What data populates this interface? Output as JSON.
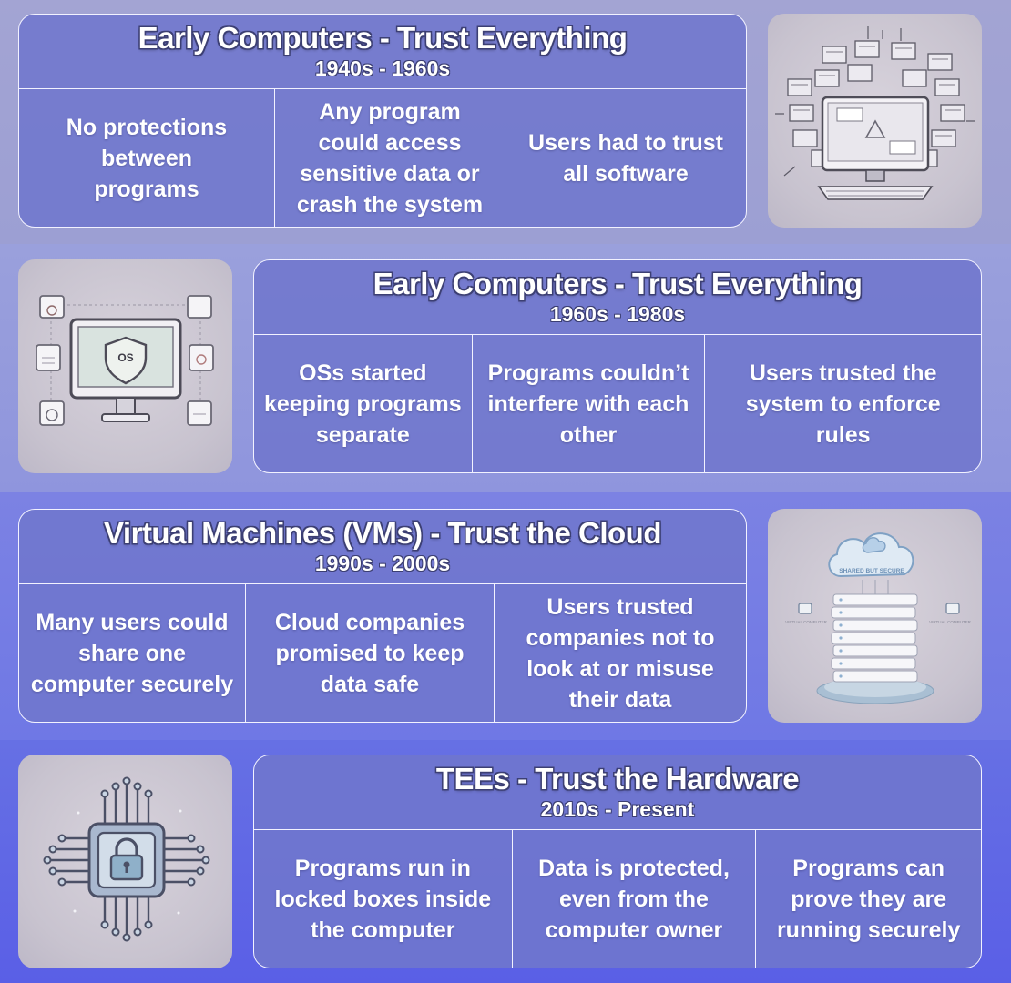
{
  "eras": [
    {
      "title": "Early Computers - Trust Everything",
      "period": "1940s - 1960s",
      "points": [
        "No protections between programs",
        "Any program could access sensitive data or crash the system",
        "Users had to trust all software"
      ],
      "illustration": "computer-windows-illustration"
    },
    {
      "title": "Early Computers - Trust Everything",
      "period": "1960s - 1980s",
      "points": [
        "OSs started keeping programs separate",
        "Programs couldn’t interfere with each other",
        "Users trusted the system to enforce rules"
      ],
      "illustration": "os-shield-illustration",
      "os_label": "OS"
    },
    {
      "title": "Virtual Machines (VMs) - Trust the Cloud",
      "period": "1990s - 2000s",
      "points": [
        "Many users could share one computer securely",
        "Cloud companies promised to keep data safe",
        "Users trusted companies not to look at or misuse their data"
      ],
      "illustration": "cloud-server-illustration",
      "cloud_label": "SHARED BUT SECURE",
      "left_label": "VIRTUAL COMPUTER",
      "right_label": "VIRTUAL COMPUTER"
    },
    {
      "title": "TEEs - Trust the Hardware",
      "period": "2010s - Present",
      "points": [
        "Programs run in locked boxes inside the computer",
        "Data is protected, even from the computer owner",
        "Programs can prove they are running securely"
      ],
      "illustration": "chip-lock-illustration"
    }
  ],
  "colors": {
    "card": "#7076cd",
    "border": "#f2f2ff",
    "illustration_bg": "#cfc9d4",
    "accent": "#5a5fe6"
  }
}
